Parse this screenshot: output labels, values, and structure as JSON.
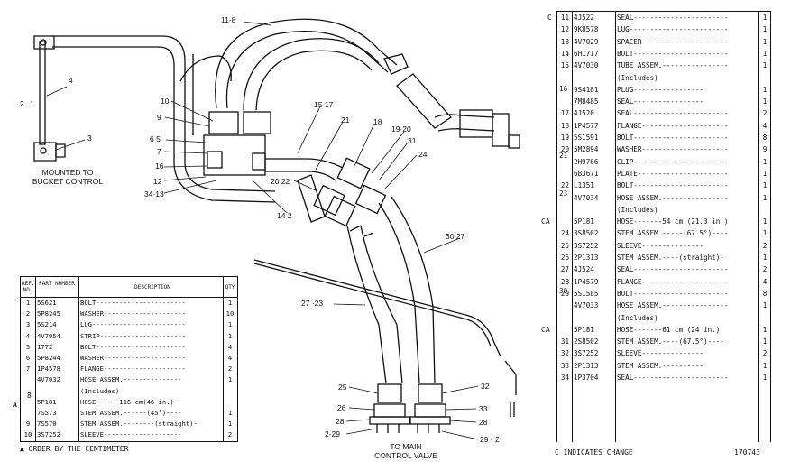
{
  "diagram": {
    "callouts": {
      "c_11_8": "11-8",
      "c_1": "1",
      "c_2": "2",
      "c_4": "4",
      "c_3": "3",
      "c_10": "10",
      "c_9": "9",
      "c_6_5": "6  5",
      "c_7": "7",
      "c_16": "16",
      "c_12": "12",
      "c_34_13": "34·13",
      "c_15_17": "15  17",
      "c_21": "21",
      "c_18": "18",
      "c_19_20": "19·20",
      "c_31": "31",
      "c_24": "24",
      "c_20_22": "20  22",
      "c_14_2": "14  2",
      "c_30_27": "30  27",
      "c_27_23": "27 ·23",
      "c_25": "25",
      "c_26": "26",
      "c_28_left": "28",
      "c_2_29": "2-29",
      "c_32": "32",
      "c_33": "33",
      "c_28_right": "28",
      "c_29_2": "29 - 2"
    },
    "caption_mounted": [
      "MOUNTED TO",
      "BUCKET CONTROL"
    ],
    "caption_main": [
      "TO MAIN",
      "CONTROL VALVE"
    ]
  },
  "left_table": {
    "headers": {
      "ref": "REF. NO.",
      "part": "PART NUMBER",
      "desc": "DESCRIPTION",
      "qty": "QTY"
    },
    "rows": [
      {
        "ref": "1",
        "part": "5S621",
        "desc": "BOLT-----------------------",
        "qty": "1"
      },
      {
        "ref": "2",
        "part": "5P8245",
        "desc": "WASHER---------------------",
        "qty": "10"
      },
      {
        "ref": "3",
        "part": "5S214",
        "desc": "LUG------------------------",
        "qty": "1"
      },
      {
        "ref": "4",
        "part": "4V7054",
        "desc": "STRIP----------------------",
        "qty": "1"
      },
      {
        "ref": "5",
        "part": "1772",
        "desc": "BOLT-----------------------",
        "qty": "4"
      },
      {
        "ref": "6",
        "part": "5P8244",
        "desc": "WASHER---------------------",
        "qty": "4"
      },
      {
        "ref": "7",
        "part": "1P4578",
        "desc": "FLANGE---------------------",
        "qty": "2"
      },
      {
        "ref": "",
        "part": "4V7032",
        "desc": "HOSE ASSEM.---------------",
        "qty": "1"
      },
      {
        "ref": "",
        "part": "",
        "desc": "(Includes)",
        "qty": ""
      },
      {
        "ref": "",
        "part": "5P181",
        "desc": "HOSE------116 cm(46 in.)-",
        "qty": ""
      },
      {
        "ref": "",
        "part": "7S573",
        "desc": "STEM ASSEM.------(45°)----",
        "qty": "1"
      },
      {
        "ref": "9",
        "part": "7S570",
        "desc": "STEM ASSEM.--------(straight)-",
        "qty": "1"
      },
      {
        "ref": "10",
        "part": "3S7252",
        "desc": "SLEEVE--------------------",
        "qty": "2"
      }
    ],
    "group_ref": "8",
    "mark": "A",
    "footnote": "▲ ORDER BY THE CENTIMETER"
  },
  "right_table": {
    "rows": [
      {
        "c": "C",
        "ref": "11",
        "part": "4J522",
        "desc": "SEAL-----------------------",
        "qty": "1"
      },
      {
        "c": "",
        "ref": "12",
        "part": "9K8578",
        "desc": "LUG------------------------",
        "qty": "1"
      },
      {
        "c": "",
        "ref": "13",
        "part": "4V7029",
        "desc": "SPACER---------------------",
        "qty": "1"
      },
      {
        "c": "",
        "ref": "14",
        "part": "6H1717",
        "desc": "BOLT-----------------------",
        "qty": "1"
      },
      {
        "c": "",
        "ref": "15",
        "part": "4V7030",
        "desc": "TUBE ASSEM.----------------",
        "qty": "1"
      },
      {
        "c": "",
        "ref": "",
        "part": "",
        "desc": "    (Includes)",
        "qty": ""
      },
      {
        "c": "",
        "ref": "",
        "part": "9S4181",
        "desc": "      PLUG-----------------",
        "qty": "1"
      },
      {
        "c": "",
        "ref": "",
        "part": "7M8485",
        "desc": "      SEAL-----------------",
        "qty": "1"
      },
      {
        "c": "",
        "ref": "17",
        "part": "4J520",
        "desc": "SEAL-----------------------",
        "qty": "2"
      },
      {
        "c": "",
        "ref": "18",
        "part": "1P4577",
        "desc": "FLANGE---------------------",
        "qty": "4"
      },
      {
        "c": "",
        "ref": "19",
        "part": "5S1591",
        "desc": "BOLT-----------------------",
        "qty": "8"
      },
      {
        "c": "",
        "ref": "20",
        "part": "5M2894",
        "desc": "WASHER---------------------",
        "qty": "9"
      },
      {
        "c": "",
        "ref": "",
        "part": "2H9766",
        "desc": "CLIP-----------------------",
        "qty": "1"
      },
      {
        "c": "",
        "ref": "",
        "part": "6B3671",
        "desc": "PLATE----------------------",
        "qty": "1"
      },
      {
        "c": "",
        "ref": "22",
        "part": "L1351",
        "desc": "BOLT-----------------------",
        "qty": "1"
      },
      {
        "c": "",
        "ref": "",
        "part": "4V7034",
        "desc": "HOSE ASSEM.----------------",
        "qty": "1"
      },
      {
        "c": "",
        "ref": "",
        "part": "",
        "desc": "    (Includes)",
        "qty": ""
      },
      {
        "c": "CA",
        "ref": "",
        "part": "5P181",
        "desc": "      HOSE-------54 cm (21.3 in.)",
        "qty": "1"
      },
      {
        "c": "",
        "ref": "24",
        "part": "3S8502",
        "desc": "      STEM ASSEM.-----(67.5°)----",
        "qty": "1"
      },
      {
        "c": "",
        "ref": "25",
        "part": "3S7252",
        "desc": "      SLEEVE---------------",
        "qty": "2"
      },
      {
        "c": "",
        "ref": "26",
        "part": "2P1313",
        "desc": "      STEM ASSEM.----(straight)-",
        "qty": "1"
      },
      {
        "c": "",
        "ref": "27",
        "part": "4J524",
        "desc": "SEAL-----------------------",
        "qty": "2"
      },
      {
        "c": "",
        "ref": "28",
        "part": "1P4579",
        "desc": "FLANGE---------------------",
        "qty": "4"
      },
      {
        "c": "",
        "ref": "29",
        "part": "5S1585",
        "desc": "BOLT-----------------------",
        "qty": "8"
      },
      {
        "c": "",
        "ref": "",
        "part": "4V7033",
        "desc": "HOSE ASSEM.----------------",
        "qty": "1"
      },
      {
        "c": "",
        "ref": "",
        "part": "",
        "desc": "    (Includes)",
        "qty": ""
      },
      {
        "c": "CA",
        "ref": "",
        "part": "5P181",
        "desc": "      HOSE-------61 cm (24 in.)",
        "qty": "1"
      },
      {
        "c": "",
        "ref": "31",
        "part": "2S8502",
        "desc": "      STEM ASSEM.----(67.5°)----",
        "qty": "1"
      },
      {
        "c": "",
        "ref": "32",
        "part": "3S7252",
        "desc": "      SLEEVE---------------",
        "qty": "2"
      },
      {
        "c": "",
        "ref": "33",
        "part": "2P1313",
        "desc": "      STEM ASSEM.----------",
        "qty": "1"
      },
      {
        "c": "",
        "ref": "34",
        "part": "1P3704",
        "desc": "SEAL-----------------------",
        "qty": "1"
      }
    ],
    "group_refs": {
      "g16": "16",
      "g21": "21",
      "g23": "23",
      "g30": "30"
    },
    "footer_note": "C  INDICATES CHANGE",
    "figure_number": "170743"
  }
}
